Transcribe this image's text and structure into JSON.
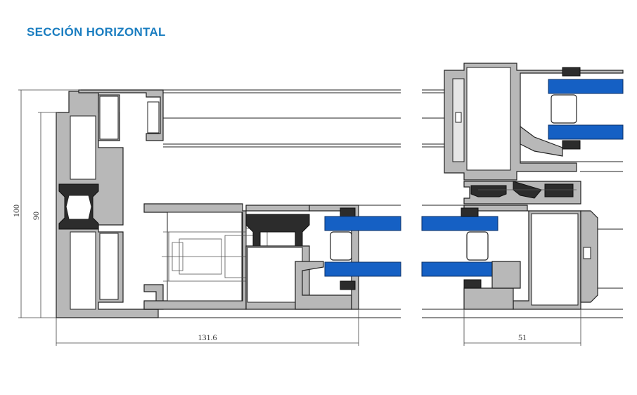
{
  "header": {
    "title": "SECCIÓN HORIZONTAL"
  },
  "dimensions": {
    "total_height": "100",
    "inner_height": "90",
    "left_width": "131.6",
    "right_width": "51"
  },
  "colors": {
    "title": "#1a7dc0",
    "glass": "#1560c4",
    "profile": "#b8b8b8",
    "outline": "#222222"
  }
}
